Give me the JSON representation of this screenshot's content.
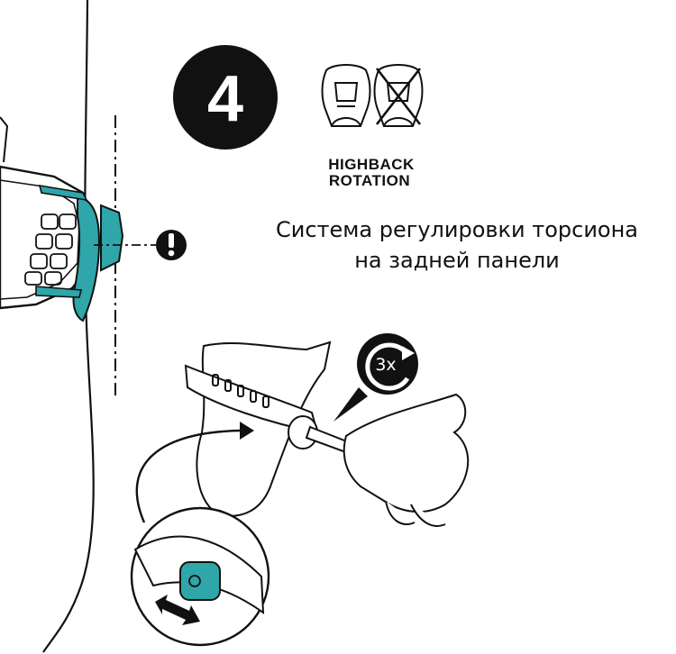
{
  "step": {
    "number": "4"
  },
  "highback_label": {
    "line1": "HIGHBACK",
    "line2": "ROTATION"
  },
  "caption": {
    "line1": "Система регулировки торсиона",
    "line2": "на задней панели"
  },
  "repeat": {
    "label": "3x"
  },
  "colors": {
    "outline": "#111111",
    "accent_teal": "#2ea6aa",
    "background": "#ffffff"
  },
  "icons": [
    "highback-icon",
    "highback-crossed-icon",
    "warning-icon",
    "rotate-arrow-icon",
    "double-arrow-icon"
  ]
}
